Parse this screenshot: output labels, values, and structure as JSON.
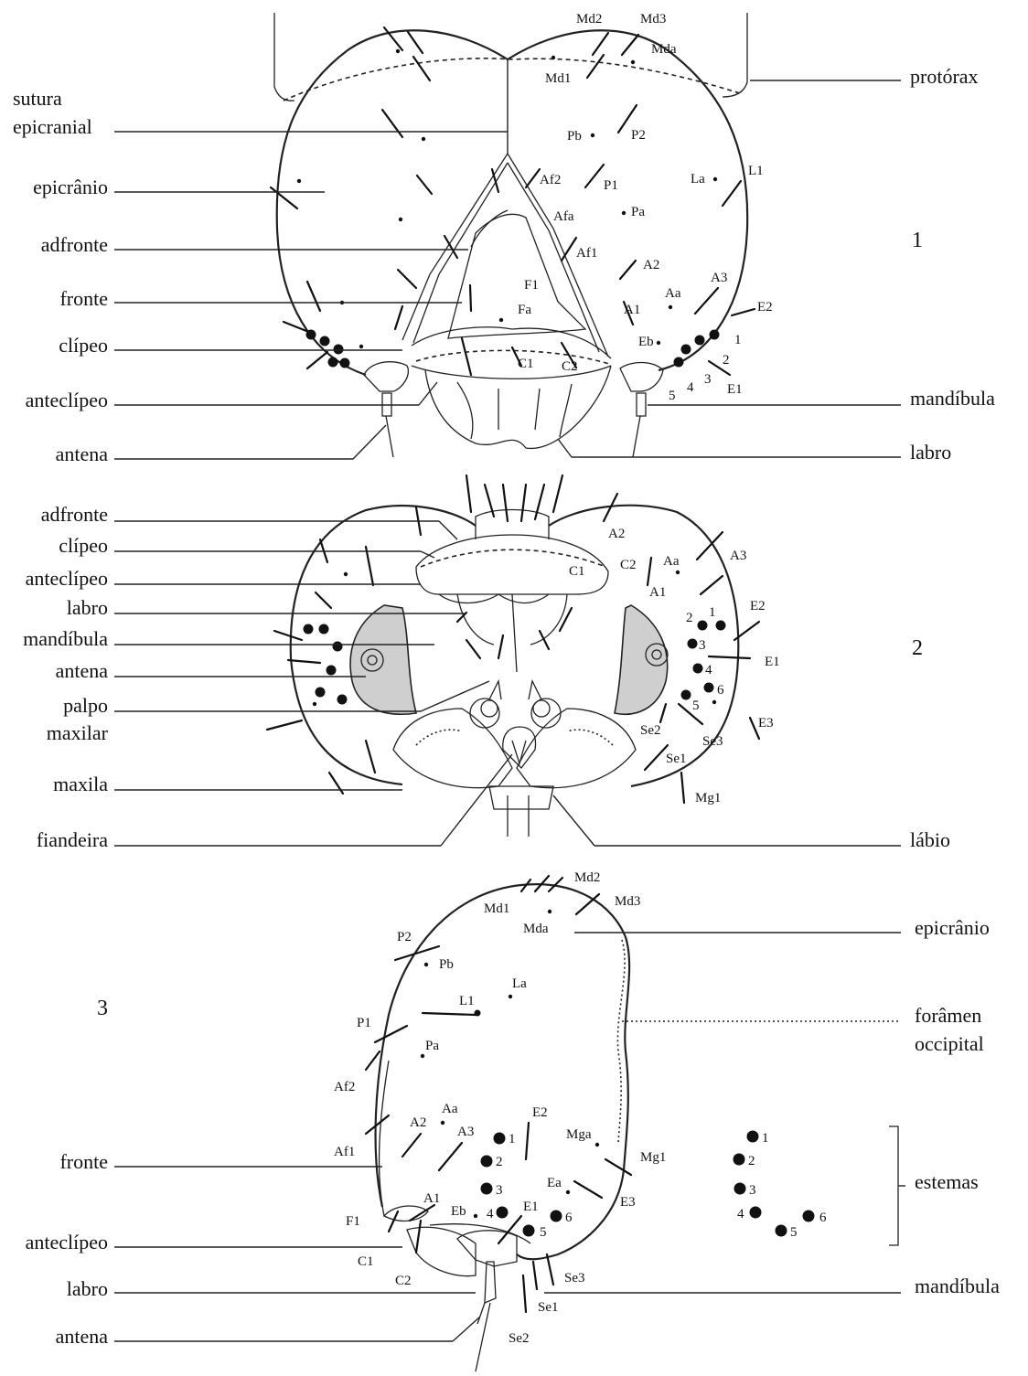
{
  "figure_numbers": {
    "fig1": "1",
    "fig2": "2",
    "fig3": "3"
  },
  "fig1": {
    "left_labels": [
      "sutura",
      "epicranial",
      "epicrânio",
      "adfronte",
      "fronte",
      "clípeo",
      "anteclípeo",
      "antena"
    ],
    "right_labels": [
      "protórax",
      "mandíbula",
      "labro"
    ],
    "setae": [
      "Md2",
      "Md3",
      "Mda",
      "Md1",
      "Pb",
      "P2",
      "La",
      "L1",
      "Af2",
      "P1",
      "Pa",
      "Afa",
      "Af1",
      "A2",
      "A3",
      "F1",
      "Aa",
      "E2",
      "Fa",
      "A1",
      "Eb",
      "C1",
      "C2",
      "E1"
    ],
    "stemmata": [
      "1",
      "2",
      "3",
      "4",
      "5"
    ]
  },
  "fig2": {
    "left_labels": [
      "adfronte",
      "clípeo",
      "anteclípeo",
      "labro",
      "mandíbula",
      "antena",
      "palpo",
      "maxilar",
      "maxila",
      "fiandeira"
    ],
    "right_labels": [
      "lábio"
    ],
    "setae": [
      "A2",
      "A3",
      "Aa",
      "C2",
      "C1",
      "A1",
      "E2",
      "E1",
      "E3",
      "Se2",
      "Se3",
      "Se1",
      "Mg1"
    ],
    "stemmata": [
      "1",
      "2",
      "3",
      "4",
      "5",
      "6"
    ]
  },
  "fig3": {
    "left_labels": [
      "fronte",
      "anteclípeo",
      "labro",
      "antena"
    ],
    "right_labels": [
      "epicrânio",
      "forâmen",
      "occipital",
      "estemas",
      "mandíbula"
    ],
    "setae": [
      "Md2",
      "Md1",
      "Md3",
      "Mda",
      "P2",
      "Pb",
      "La",
      "L1",
      "P1",
      "Pa",
      "Af2",
      "E2",
      "Aa",
      "A2",
      "A3",
      "Mga",
      "Af1",
      "Mg1",
      "Ea",
      "E3",
      "A1",
      "F1",
      "Eb",
      "E1",
      "C1",
      "Se3",
      "C2",
      "Se1",
      "Se2"
    ],
    "stemmata": [
      "1",
      "2",
      "3",
      "4",
      "5",
      "6"
    ],
    "stemmata_detail": [
      "1",
      "2",
      "3",
      "4",
      "5",
      "6"
    ]
  }
}
